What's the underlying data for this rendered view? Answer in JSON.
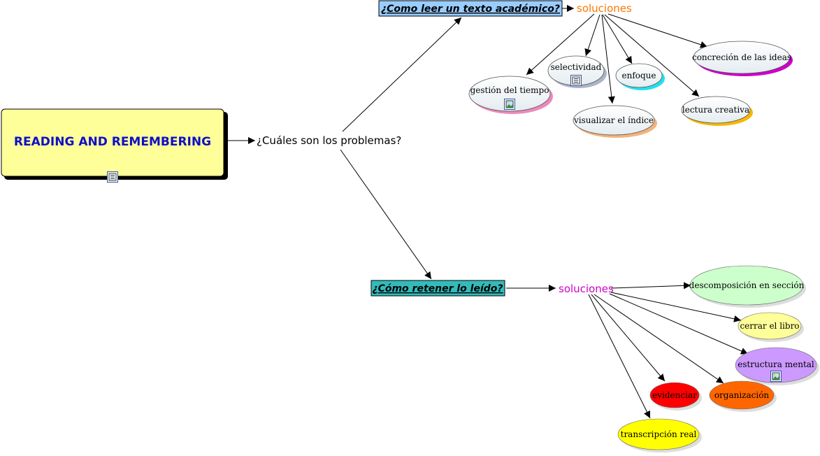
{
  "map": {
    "root": {
      "label": "READING AND REMEMBERING",
      "fill": "#ffff99",
      "text_color": "#0f0fc8",
      "icon": "document-icon"
    },
    "question": {
      "label": "¿Cuáles son los problemas?"
    },
    "branch_read": {
      "label": "¿Como leer un texto académico?",
      "fill": "#99ccff",
      "solutions_label": "soluciones",
      "solutions_color": "#ff7700",
      "items": [
        {
          "label": "gestión del tiempo",
          "shadow": "#ee88bb",
          "icon": "image-icon"
        },
        {
          "label": "selectividad",
          "shadow": "#aab4c8",
          "icon": "document-icon"
        },
        {
          "label": "enfoque",
          "shadow": "#22e0ee",
          "icon": ""
        },
        {
          "label": "visualizar el índice",
          "shadow": "#f5b27a",
          "icon": ""
        },
        {
          "label": "lectura creativa",
          "shadow": "#f5b800",
          "icon": ""
        },
        {
          "label": "concreción de las ideas",
          "shadow": "#cc00cc",
          "icon": ""
        }
      ]
    },
    "branch_retain": {
      "label": "¿Cómo retener lo leído?",
      "fill": "#33bbbb",
      "solutions_label": "soluciones",
      "solutions_color": "#cc00cc",
      "items": [
        {
          "label": "descomposición en sección",
          "fill": "#ccffcc",
          "icon": ""
        },
        {
          "label": "cerrar el libro",
          "fill": "#ffff99",
          "icon": ""
        },
        {
          "label": "estructura mental",
          "fill": "#cc99ff",
          "icon": "image-icon"
        },
        {
          "label": "organización",
          "fill": "#ff6600",
          "icon": ""
        },
        {
          "label": "evidenciar",
          "fill": "#ff0000",
          "icon": ""
        },
        {
          "label": "transcripción real",
          "fill": "#ffff00",
          "icon": ""
        }
      ]
    }
  }
}
